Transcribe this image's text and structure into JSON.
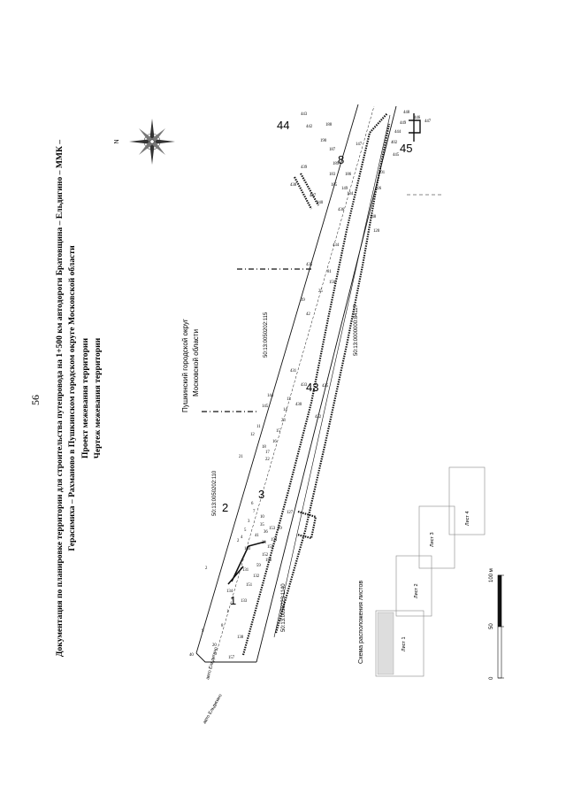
{
  "page_number": "56",
  "header": {
    "line1": "Документация по планировке территории для строительства путепровода на 1+500 км автодороги Братовщина – Ельдигино – ММК –",
    "line2": "Герасимиха – Рахманово в Пушкинском городском округе Московской области",
    "line3": "Проект межевания территории",
    "line4": "Чертеж межевания территории"
  },
  "compass": {
    "north_label": "N"
  },
  "district_label": {
    "line1": "Пушкинский городской округ",
    "line2": "Московской области"
  },
  "cadastral_labels": [
    "50:13:0050202:110",
    "50:13:0050202:115",
    "50:13:0000000:84117",
    "50:13:0050223:1140"
  ],
  "zone_numbers": [
    "1",
    "2",
    "3",
    "43",
    "44",
    "45",
    "8"
  ],
  "direction_labels": [
    "авто Ельдигино",
    "авто Ельдигино"
  ],
  "parcel_numbers": [
    "40",
    "2",
    "9",
    "20",
    "157",
    "138",
    "8",
    "134",
    "133",
    "151",
    "131",
    "132",
    "143",
    "2",
    "5",
    "4",
    "3",
    "7",
    "6",
    "10",
    "152",
    "155",
    "156",
    "154",
    "153",
    "127",
    "22",
    "41",
    "21",
    "12",
    "11",
    "18",
    "17",
    "16",
    "15",
    "23",
    "14",
    "13",
    "145",
    "144",
    "1",
    "59",
    "33",
    "36",
    "35",
    "29",
    "25",
    "39",
    "42",
    "81",
    "150",
    "147",
    "186",
    "149",
    "148",
    "425",
    "432",
    "433",
    "431",
    "430",
    "434",
    "435",
    "438",
    "439",
    "440",
    "436",
    "437",
    "183",
    "184",
    "185",
    "187",
    "188",
    "189",
    "190",
    "120",
    "126",
    "401",
    "402",
    "442",
    "443",
    "446",
    "444",
    "447",
    "448",
    "449",
    "445"
  ],
  "sheet_layout": {
    "title": "Схема расположения листов",
    "sheets": [
      "Лист 1",
      "Лист 2",
      "Лист 3",
      "Лист 4"
    ]
  },
  "scale_bar": {
    "labels": [
      "0",
      "50",
      "100 м"
    ]
  }
}
